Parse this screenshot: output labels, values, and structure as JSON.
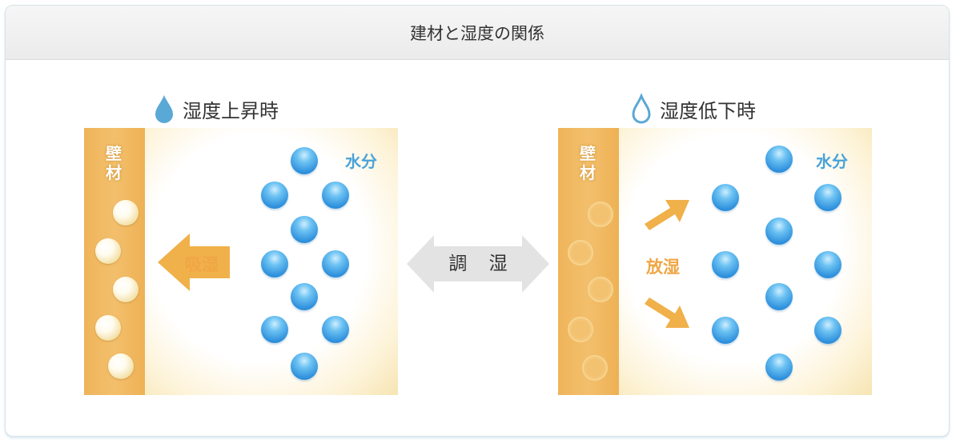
{
  "title": "建材と湿度の関係",
  "left_panel": {
    "heading": "湿度上昇時",
    "wall_label": "壁材",
    "water_label": "水分",
    "action_label": "吸湿",
    "drop_icon": "filled-water-drop-icon"
  },
  "right_panel": {
    "heading": "湿度低下時",
    "wall_label": "壁材",
    "water_label": "水分",
    "action_label": "放湿",
    "drop_icon": "outline-water-drop-icon"
  },
  "center_label": "調 湿",
  "colors": {
    "wall": "#f0b55c",
    "water": "#3a9be0",
    "arrow": "#f0b04a",
    "drop": "#5aa8d6",
    "center_arrow": "#e3e3e3"
  }
}
